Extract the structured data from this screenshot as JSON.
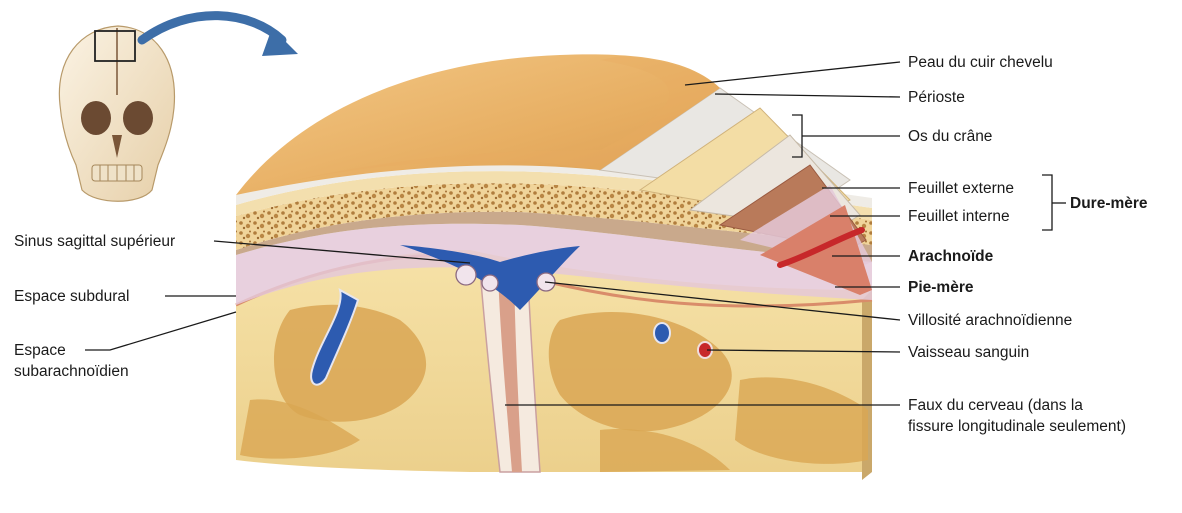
{
  "labels_right": {
    "peau": "Peau du cuir chevelu",
    "perioste": "Périoste",
    "os": "Os du crâne",
    "feuillet_externe": "Feuillet externe",
    "feuillet_interne": "Feuillet interne",
    "dure_mere": "Dure-mère",
    "arachnoide": "Arachnoïde",
    "pie_mere": "Pie-mère",
    "villosite": "Villosité arachnoïdienne",
    "vaisseau": "Vaisseau sanguin",
    "faux_line1": "Faux du cerveau (dans la",
    "faux_line2": "fissure longitudinale seulement)"
  },
  "labels_left": {
    "sinus": "Sinus sagittal supérieur",
    "subdural": "Espace subdural",
    "subarach_line1": "Espace",
    "subarach_line2": "subarachnoïdien"
  },
  "colors": {
    "skin": "#e9b66f",
    "periosteum": "#eeeae4",
    "bone": "#f1d9a0",
    "bone_spongy": "#c99a55",
    "dura": "#c9a98c",
    "arachnoid": "#e4c8d8",
    "pia": "#d98c6a",
    "cortex_grey": "#f0dca0",
    "white_matter": "#d9a653",
    "sinus_blue": "#2d5bb0",
    "vessel_red": "#c7282a",
    "leader": "#1a1a1a"
  }
}
